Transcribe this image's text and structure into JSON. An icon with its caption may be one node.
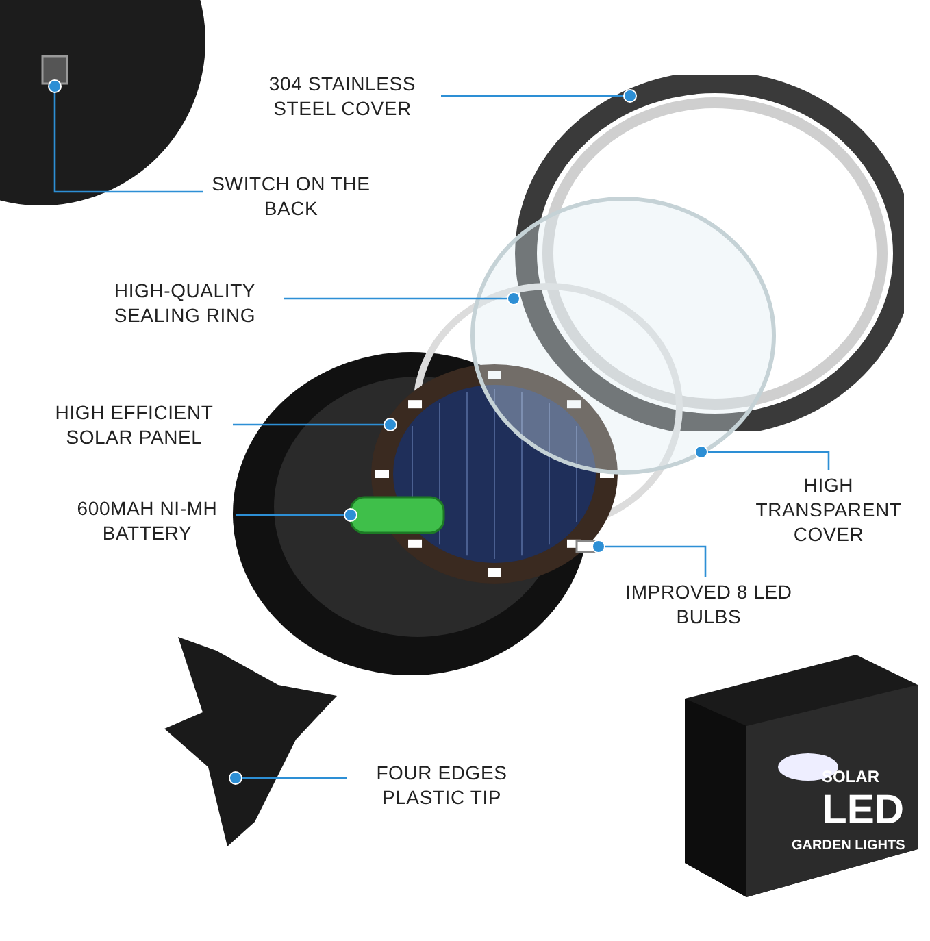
{
  "diagram": {
    "nodes": [
      {
        "text": [
          "304 STAINLESS STEEL COVER"
        ]
      },
      {
        "text": [
          "SWITCH ON THE BACK"
        ]
      },
      {
        "text": [
          "HIGH-QUALITY SEALING RING"
        ]
      },
      {
        "text": [
          "HIGH EFFICIENT SOLAR PANEL"
        ]
      },
      {
        "text": [
          "600MAH NI-MH BATTERY"
        ]
      },
      {
        "text": [
          "HIGH TRANSPARENT COVER"
        ]
      },
      {
        "text": [
          "IMPROVED 8 LED BULBS"
        ]
      },
      {
        "text": [
          "FOUR EDGES PLASTIC TIP"
        ]
      },
      {
        "text": [],
        "shape": "picture"
      },
      {
        "text": [],
        "shape": "box"
      },
      {
        "text": [],
        "shape": "picture"
      },
      {
        "text": [],
        "shape": "picture"
      },
      {
        "text": [],
        "shape": "box"
      },
      {
        "text": [],
        "shape": "picture"
      },
      {
        "text": [],
        "shape": "box",
        "in": 11
      },
      {
        "text": [],
        "shape": "picture"
      }
    ],
    "edges": [
      {
        "from": 0,
        "to": 8,
        "arrow": "other"
      },
      {
        "from": 1,
        "to": 9,
        "arrow": "other"
      },
      {
        "from": 2,
        "to": 10,
        "arrow": "other"
      },
      {
        "from": 3,
        "to": 11,
        "arrow": "other"
      },
      {
        "from": 4,
        "to": 12,
        "arrow": "other"
      },
      {
        "from": 5,
        "to": 13,
        "arrow": "other"
      },
      {
        "from": 6,
        "to": 14,
        "arrow": "other"
      },
      {
        "from": 7,
        "to": 15,
        "arrow": "other"
      }
    ],
    "labels": [
      "SOLAR",
      "LED",
      "GARDEN LIGHTS"
    ]
  }
}
